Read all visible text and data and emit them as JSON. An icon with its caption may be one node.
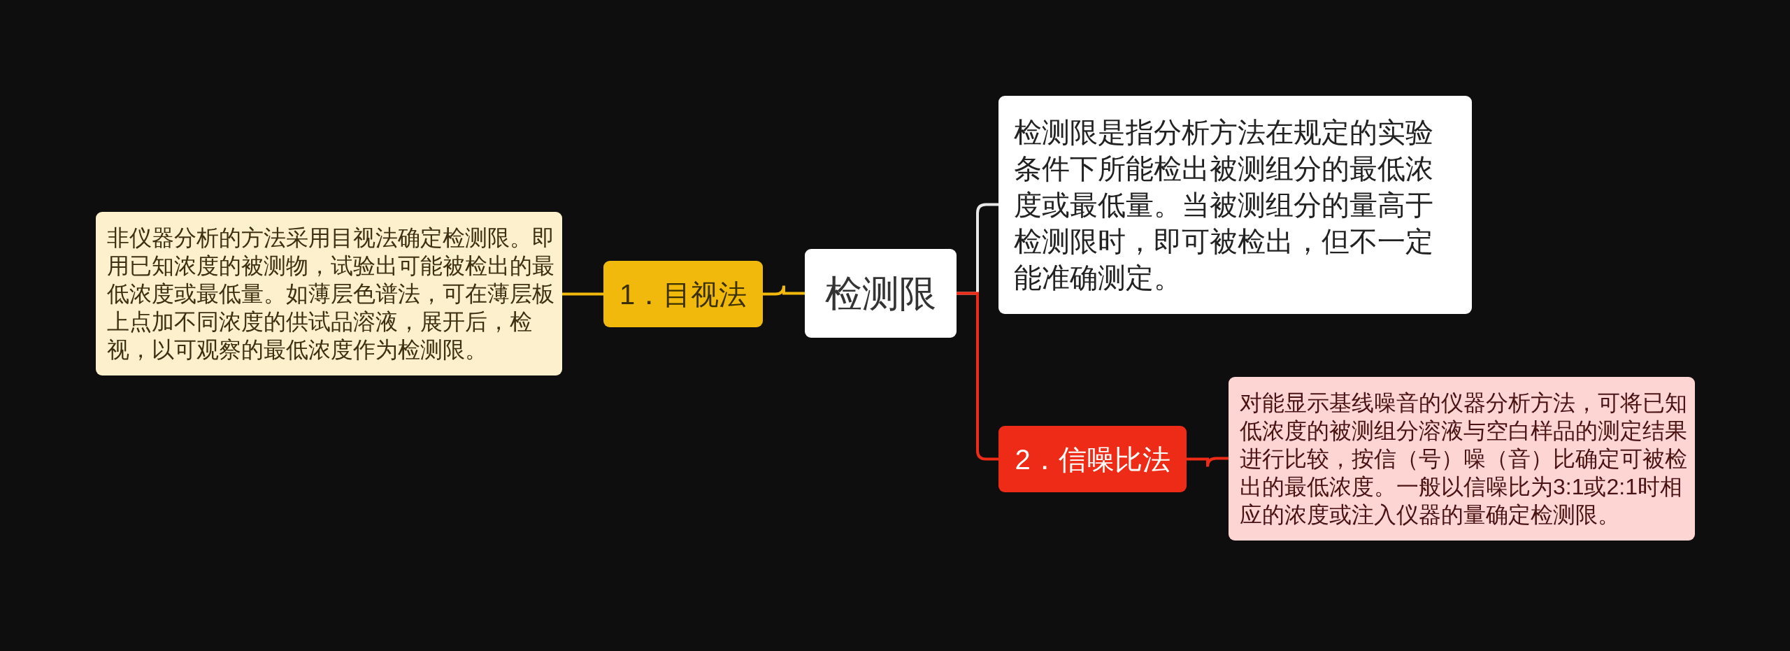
{
  "diagram": {
    "nodes": [
      {
        "text": [
          "检测限"
        ]
      },
      {
        "text": [
          "1．目视法"
        ]
      },
      {
        "text": [
          "非仪器分析的方法采用目视法确定检测限。即用已知浓度的被测物，试验出可能被检出的最低浓度或最低量。如薄层色谱法，可在薄层板上点加不同浓度的供试品溶液，展开后，检视，以可观察的最低浓度作为检测限。"
        ]
      },
      {
        "text": [
          "检测限是指分析方法在规定的实验条件下所能检出被测组分的最低浓度或最低量。当被测组分的量高于检测限时，即可被检出，但不一定能准确测定。"
        ]
      },
      {
        "text": [
          "2．信噪比法"
        ]
      },
      {
        "text": [
          "对能显示基线噪音的仪器分析方法，可将已知低浓度的被测组分溶液与空白样品的测定结果进行比较，按信（号）噪（音）比确定可被检出的最低浓度。一般以信噪比为3:1或2:1时相应的浓度或注入仪器的量确定检测限。"
        ]
      }
    ],
    "edges": [
      {
        "from": 0,
        "to": 1,
        "arrow": "none",
        "color": "#f0b90b"
      },
      {
        "from": 1,
        "to": 2,
        "arrow": "none",
        "color": "#f0b90b"
      },
      {
        "from": 0,
        "to": 3,
        "arrow": "none",
        "color": "#e8e8e8"
      },
      {
        "from": 0,
        "to": 4,
        "arrow": "none",
        "color": "#ee2b17"
      },
      {
        "from": 4,
        "to": 5,
        "arrow": "none",
        "color": "#ee2b17"
      }
    ]
  }
}
